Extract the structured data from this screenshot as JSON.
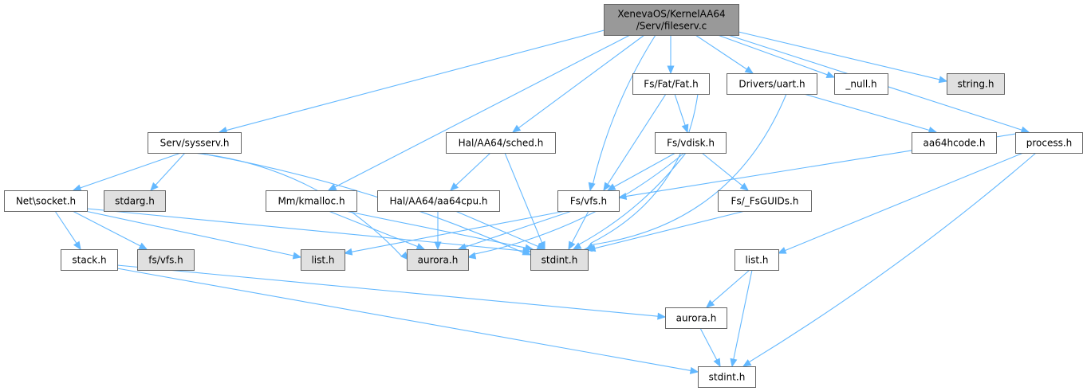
{
  "colors": {
    "edge": "#63b8ff",
    "node_border": "#666666",
    "node_fill": "#ffffff",
    "root_fill": "#999999",
    "external_fill": "#e0e0e0"
  },
  "nodes": [
    {
      "id": "fileserv",
      "lines": [
        "XenevaOS/KernelAA64",
        "/Serv/fileserv.c"
      ],
      "kind": "root"
    },
    {
      "id": "fatfat",
      "lines": [
        "Fs/Fat/Fat.h"
      ],
      "kind": "normal"
    },
    {
      "id": "uart",
      "lines": [
        "Drivers/uart.h"
      ],
      "kind": "normal"
    },
    {
      "id": "null",
      "lines": [
        "_null.h"
      ],
      "kind": "normal"
    },
    {
      "id": "stringh",
      "lines": [
        "string.h"
      ],
      "kind": "external"
    },
    {
      "id": "sysserv",
      "lines": [
        "Serv/sysserv.h"
      ],
      "kind": "normal"
    },
    {
      "id": "sched",
      "lines": [
        "Hal/AA64/sched.h"
      ],
      "kind": "normal"
    },
    {
      "id": "vdisk",
      "lines": [
        "Fs/vdisk.h"
      ],
      "kind": "normal"
    },
    {
      "id": "aa64hcode",
      "lines": [
        "aa64hcode.h"
      ],
      "kind": "normal"
    },
    {
      "id": "process",
      "lines": [
        "process.h"
      ],
      "kind": "normal"
    },
    {
      "id": "socket",
      "lines": [
        "Net\\socket.h"
      ],
      "kind": "normal"
    },
    {
      "id": "stdarg",
      "lines": [
        "stdarg.h"
      ],
      "kind": "external"
    },
    {
      "id": "kmalloc",
      "lines": [
        "Mm/kmalloc.h"
      ],
      "kind": "normal"
    },
    {
      "id": "aa64cpu",
      "lines": [
        "Hal/AA64/aa64cpu.h"
      ],
      "kind": "normal"
    },
    {
      "id": "vfs",
      "lines": [
        "Fs/vfs.h"
      ],
      "kind": "normal"
    },
    {
      "id": "fsguids",
      "lines": [
        "Fs/_FsGUIDs.h"
      ],
      "kind": "normal"
    },
    {
      "id": "stack",
      "lines": [
        "stack.h"
      ],
      "kind": "normal"
    },
    {
      "id": "fsvfs",
      "lines": [
        "fs/vfs.h"
      ],
      "kind": "external"
    },
    {
      "id": "listg",
      "lines": [
        "list.h"
      ],
      "kind": "external"
    },
    {
      "id": "aurorag",
      "lines": [
        "aurora.h"
      ],
      "kind": "external"
    },
    {
      "id": "stdintg",
      "lines": [
        "stdint.h"
      ],
      "kind": "external"
    },
    {
      "id": "listw",
      "lines": [
        "list.h"
      ],
      "kind": "normal"
    },
    {
      "id": "auroraw",
      "lines": [
        "aurora.h"
      ],
      "kind": "normal"
    },
    {
      "id": "stdintw",
      "lines": [
        "stdint.h"
      ],
      "kind": "normal"
    }
  ],
  "edges": [
    [
      "fileserv",
      "sysserv"
    ],
    [
      "fileserv",
      "kmalloc"
    ],
    [
      "fileserv",
      "sched"
    ],
    [
      "fileserv",
      "vfs"
    ],
    [
      "fileserv",
      "fatfat"
    ],
    [
      "fileserv",
      "uart"
    ],
    [
      "fileserv",
      "null"
    ],
    [
      "fileserv",
      "stringh"
    ],
    [
      "fileserv",
      "process"
    ],
    [
      "sysserv",
      "socket"
    ],
    [
      "sysserv",
      "stdarg"
    ],
    [
      "sysserv",
      "aurorag"
    ],
    [
      "sysserv",
      "stdintg"
    ],
    [
      "socket",
      "stack"
    ],
    [
      "socket",
      "fsvfs"
    ],
    [
      "socket",
      "listg"
    ],
    [
      "socket",
      "stdintg"
    ],
    [
      "stack",
      "auroraw"
    ],
    [
      "stack",
      "stdintw"
    ],
    [
      "kmalloc",
      "aurorag"
    ],
    [
      "kmalloc",
      "stdintg"
    ],
    [
      "sched",
      "aa64cpu"
    ],
    [
      "sched",
      "stdintg"
    ],
    [
      "aa64cpu",
      "aurorag"
    ],
    [
      "aa64cpu",
      "stdintg"
    ],
    [
      "fatfat",
      "vdisk"
    ],
    [
      "fatfat",
      "vfs"
    ],
    [
      "fatfat",
      "stdintg"
    ],
    [
      "vdisk",
      "vfs"
    ],
    [
      "vdisk",
      "fsguids"
    ],
    [
      "vdisk",
      "aurorag"
    ],
    [
      "vdisk",
      "stdintg"
    ],
    [
      "vfs",
      "listg"
    ],
    [
      "vfs",
      "aurorag"
    ],
    [
      "vfs",
      "stdintg"
    ],
    [
      "fsguids",
      "stdintg"
    ],
    [
      "uart",
      "aa64hcode"
    ],
    [
      "uart",
      "stdintg"
    ],
    [
      "process",
      "vfs"
    ],
    [
      "process",
      "listw"
    ],
    [
      "process",
      "stdintw"
    ],
    [
      "listw",
      "auroraw"
    ],
    [
      "listw",
      "stdintw"
    ],
    [
      "auroraw",
      "stdintw"
    ]
  ]
}
